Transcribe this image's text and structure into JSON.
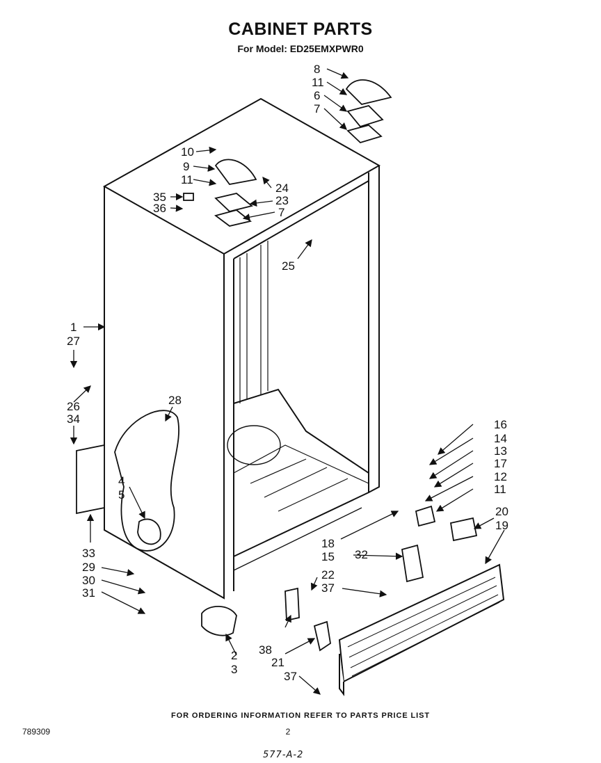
{
  "header": {
    "title": "CABINET PARTS",
    "model_line": "For Model: ED25EMXPWR0"
  },
  "part_labels": {
    "p1": "1",
    "p2": "2",
    "p3": "3",
    "p4": "4",
    "p5": "5",
    "p6": "6",
    "p7a": "7",
    "p7b": "7",
    "p8": "8",
    "p9": "9",
    "p10": "10",
    "p11a": "11",
    "p11b": "11",
    "p11c": "11",
    "p12": "12",
    "p13": "13",
    "p14": "14",
    "p15": "15",
    "p16": "16",
    "p17": "17",
    "p18": "18",
    "p19": "19",
    "p20": "20",
    "p21": "21",
    "p22": "22",
    "p23": "23",
    "p24": "24",
    "p25": "25",
    "p26": "26",
    "p27": "27",
    "p28": "28",
    "p29": "29",
    "p30": "30",
    "p31": "31",
    "p32": "32",
    "p33": "33",
    "p34": "34",
    "p35": "35",
    "p36": "36",
    "p37a": "37",
    "p37b": "37",
    "p38": "38"
  },
  "footer": {
    "ordering_note": "FOR ORDERING INFORMATION REFER TO PARTS PRICE LIST",
    "doc_number": "789309",
    "page_number": "2",
    "handwritten_ref": "577-A-2"
  }
}
